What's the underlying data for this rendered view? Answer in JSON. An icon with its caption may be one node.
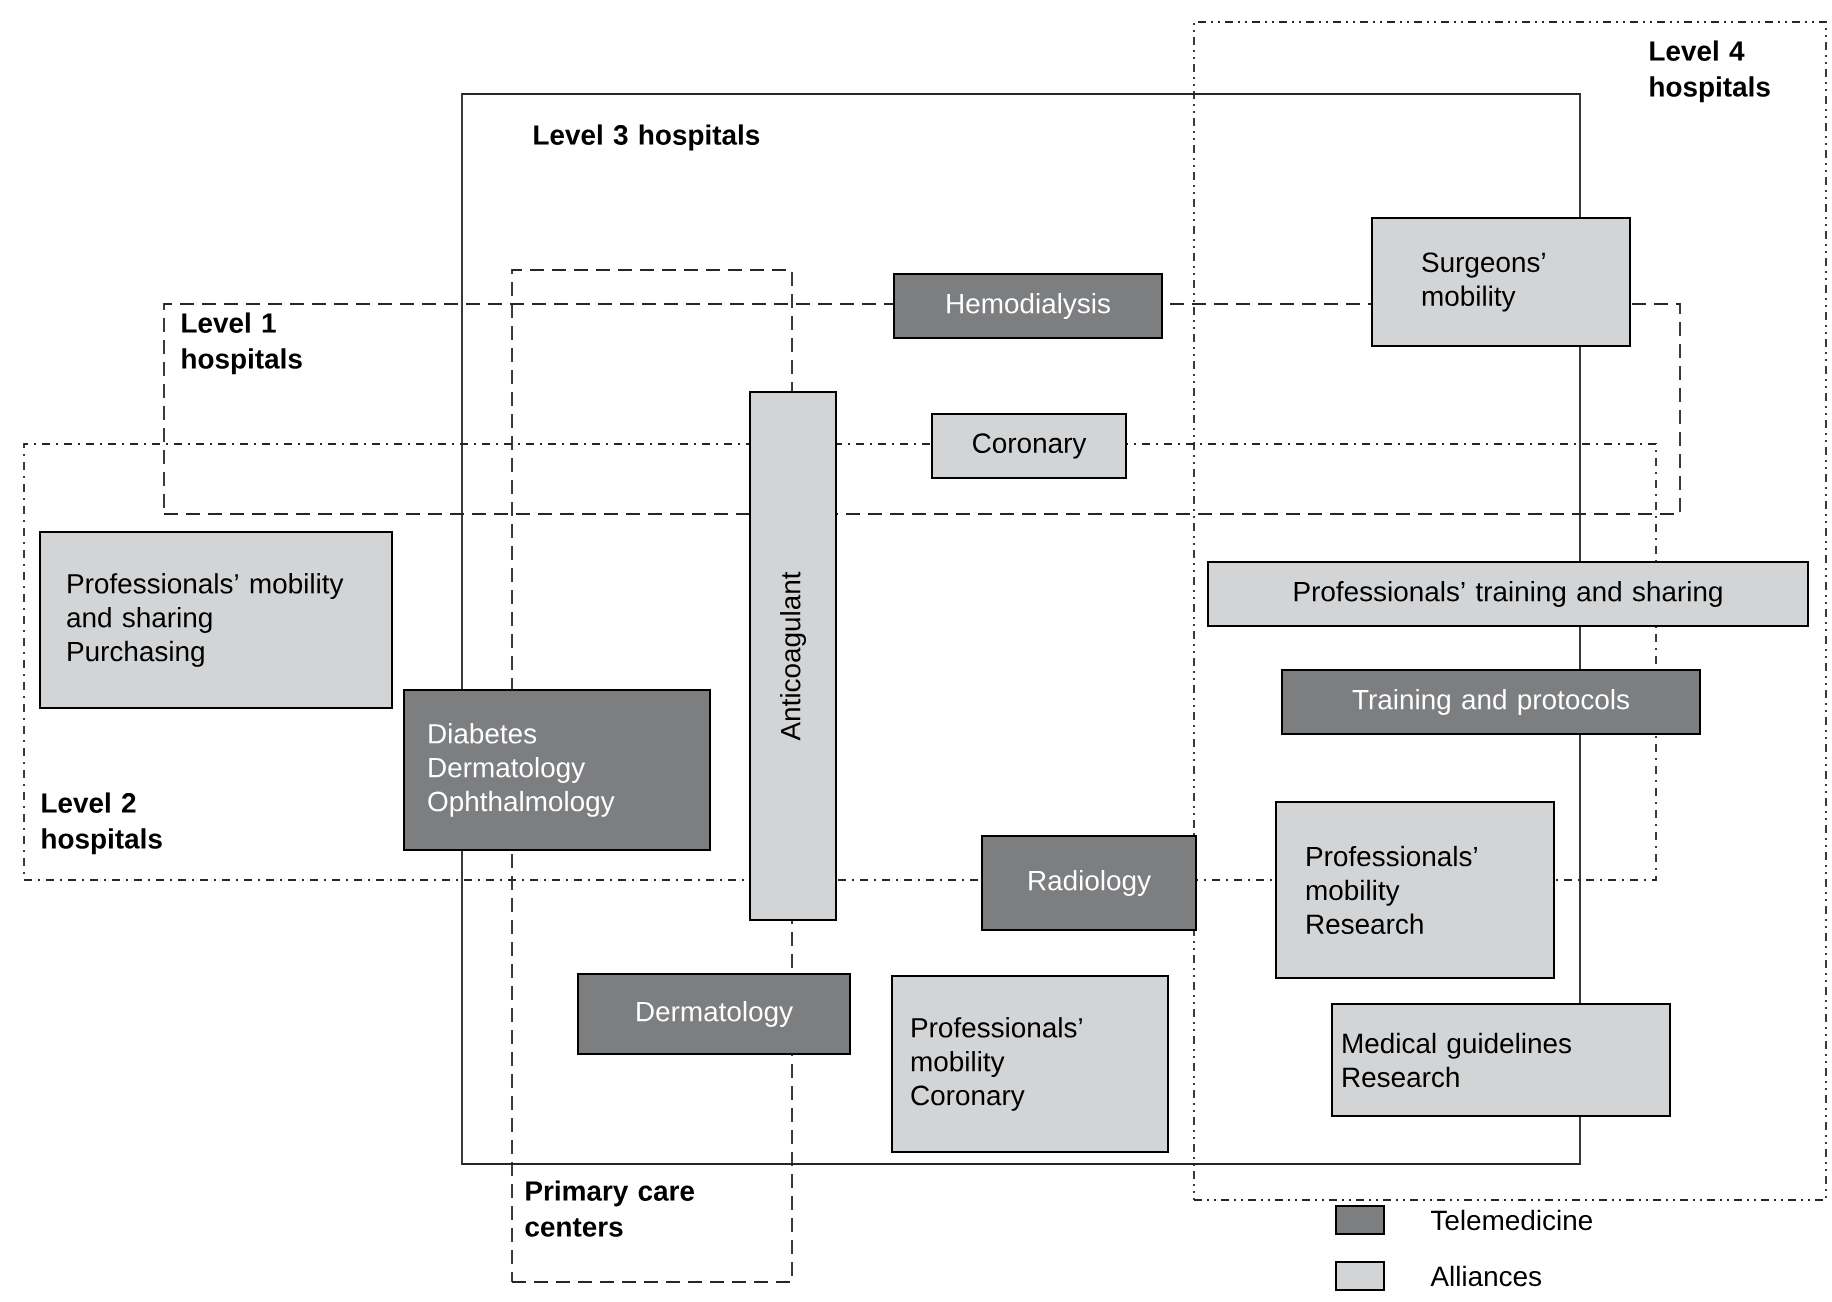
{
  "diagram": {
    "nodes": [
      {
        "text": [
          "Level 3 hospitals"
        ]
      },
      {
        "text": [
          "Level 4 hospitals"
        ]
      },
      {
        "text": [
          "Level 1 hospitals"
        ]
      },
      {
        "text": [
          "Primary care centers"
        ]
      },
      {
        "text": [
          "Level 2 hospitals"
        ]
      },
      {
        "text": [
          "Hemodialysis"
        ],
        "in": 0
      },
      {
        "text": [
          "Surgeons’ mobility"
        ],
        "in": 1
      },
      {
        "text": [
          "Coronary"
        ]
      },
      {
        "text": [
          "Anticoagulant"
        ],
        "in": 0
      },
      {
        "text": [
          "Professionals’ mobility and sharing",
          "Purchasing"
        ],
        "in": 4
      },
      {
        "text": [
          "Diabetes",
          "Dermatology",
          "Ophthalmology"
        ],
        "in": 4
      },
      {
        "text": [
          "Professionals’ training and sharing"
        ],
        "in": 1
      },
      {
        "text": [
          "Training and protocols"
        ],
        "in": 1
      },
      {
        "text": [
          "Radiology"
        ],
        "in": 0
      },
      {
        "text": [
          "Professionals’ mobility",
          "Research"
        ]
      },
      {
        "text": [
          "Dermatology"
        ],
        "in": 0
      },
      {
        "text": [
          "Professionals’ mobility",
          "Coronary"
        ],
        "in": 0
      },
      {
        "text": [
          "Medical guidelines",
          "Research"
        ],
        "in": 1
      }
    ],
    "legend": [
      {
        "text": "Telemedicine",
        "color": "#7d7e80"
      },
      {
        "text": "Alliances",
        "color": "#d3d4d6"
      }
    ]
  }
}
